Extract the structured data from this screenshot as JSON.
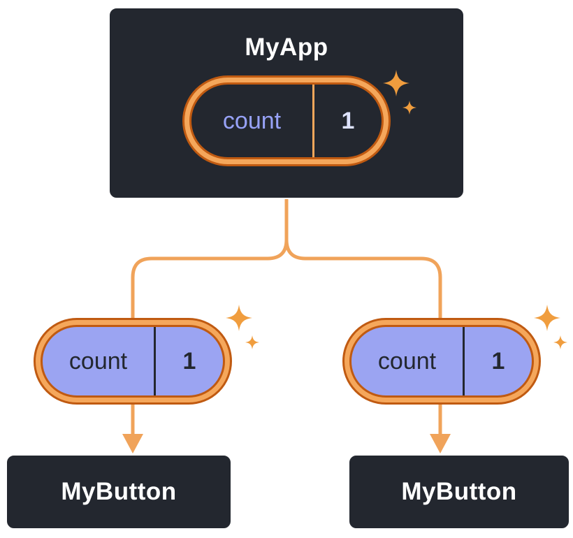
{
  "diagram": {
    "root": {
      "title": "MyApp",
      "state": {
        "name": "count",
        "value": "1"
      }
    },
    "children": [
      {
        "title": "MyButton",
        "prop": {
          "name": "count",
          "value": "1"
        }
      },
      {
        "title": "MyButton",
        "prop": {
          "name": "count",
          "value": "1"
        }
      }
    ],
    "colors": {
      "node_bg": "#23272f",
      "node_border": "#ffffff",
      "node_text": "#ffffff",
      "connector": "#f0a35a",
      "pill_ring": "#f5a75b",
      "pill_outline": "#c05a11",
      "state_pill_bg": "#23272f",
      "state_name_text": "#97a2f7",
      "state_value_text": "#dee3ff",
      "prop_pill_bg": "#9ba4f2",
      "prop_text": "#23272f",
      "sparkle": "#f09d3e"
    }
  }
}
